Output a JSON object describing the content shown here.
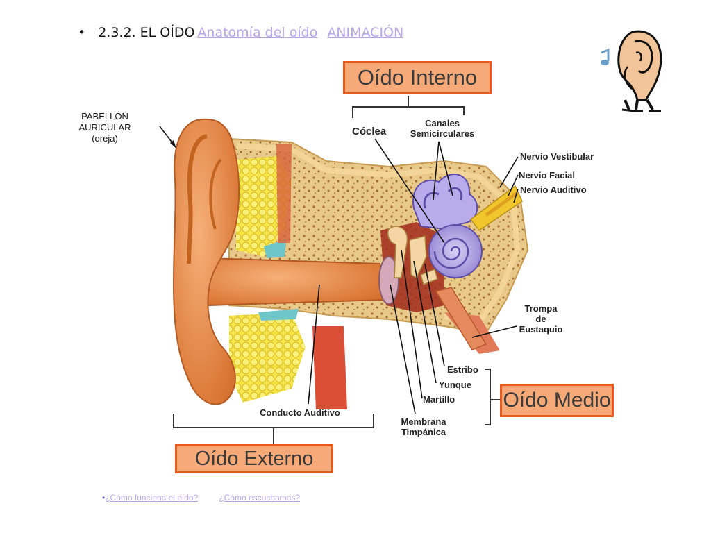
{
  "header": {
    "bullet": "•",
    "title": "2.3.2. EL OÍDO",
    "link_anatomy": "Anatomía del oído",
    "link_animation": "ANIMACIÓN"
  },
  "labels": {
    "pabellon_line1": "PABELLÓN",
    "pabellon_line2": "AURICULAR",
    "pabellon_line3": "(oreja)",
    "coclea": "Cóclea",
    "canales_line1": "Canales",
    "canales_line2": "Semicirculares",
    "nervio_vestibular": "Nervio Vestibular",
    "nervio_facial": "Nervio Facial",
    "nervio_auditivo": "Nervio Auditivo",
    "trompa_line1": "Trompa",
    "trompa_line2": "de",
    "trompa_line3": "Eustaquio",
    "estribo": "Estribo",
    "yunque": "Yunque",
    "martillo": "Martillo",
    "membrana_line1": "Membrana",
    "membrana_line2": "Timpánica",
    "conducto": "Conducto Auditivo"
  },
  "boxes": {
    "interno": "Oído Interno",
    "medio": "Oído Medio",
    "externo": "Oído Externo"
  },
  "bottom_links": {
    "dot": "•",
    "como_funciona": "¿Cómo funciona el oído?",
    "como_escuchamos": "¿Cómo escuchamos?"
  },
  "colors": {
    "box_fill": "#f7a978",
    "box_border": "#e8591c",
    "link": "#b9a5e3",
    "skin": "#e8874a",
    "bone": "#f3d59a",
    "fat": "#f4e13a",
    "cochlea": "#a99be0"
  },
  "icons": {
    "ear_clipart": "ear-with-music-note-icon"
  }
}
